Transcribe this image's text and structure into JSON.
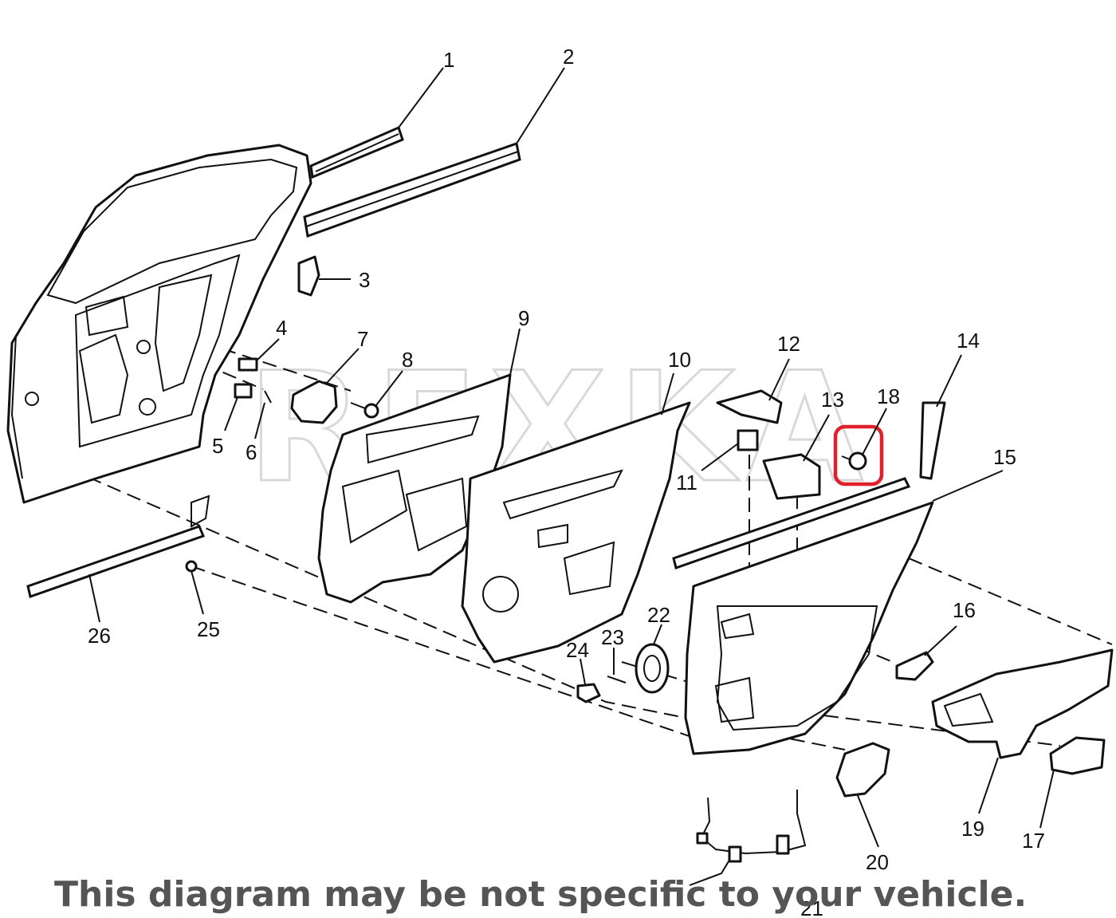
{
  "watermark": "REXKA",
  "notice": "This diagram may be not specific to your vehicle.",
  "highlight_color": "#e0202a",
  "highlighted_callout": "18",
  "callouts": [
    {
      "id": "c1",
      "label": "1"
    },
    {
      "id": "c2",
      "label": "2"
    },
    {
      "id": "c3",
      "label": "3"
    },
    {
      "id": "c4",
      "label": "4"
    },
    {
      "id": "c5",
      "label": "5"
    },
    {
      "id": "c6",
      "label": "6"
    },
    {
      "id": "c7",
      "label": "7"
    },
    {
      "id": "c8",
      "label": "8"
    },
    {
      "id": "c9",
      "label": "9"
    },
    {
      "id": "c10",
      "label": "10"
    },
    {
      "id": "c11",
      "label": "11"
    },
    {
      "id": "c12",
      "label": "12"
    },
    {
      "id": "c13",
      "label": "13"
    },
    {
      "id": "c14",
      "label": "14"
    },
    {
      "id": "c15",
      "label": "15"
    },
    {
      "id": "c16",
      "label": "16"
    },
    {
      "id": "c17",
      "label": "17"
    },
    {
      "id": "c18",
      "label": "18"
    },
    {
      "id": "c19",
      "label": "19"
    },
    {
      "id": "c20",
      "label": "20"
    },
    {
      "id": "c21",
      "label": "21"
    },
    {
      "id": "c22",
      "label": "22"
    },
    {
      "id": "c23",
      "label": "23"
    },
    {
      "id": "c24",
      "label": "24"
    },
    {
      "id": "c25",
      "label": "25"
    },
    {
      "id": "c26",
      "label": "26"
    }
  ]
}
